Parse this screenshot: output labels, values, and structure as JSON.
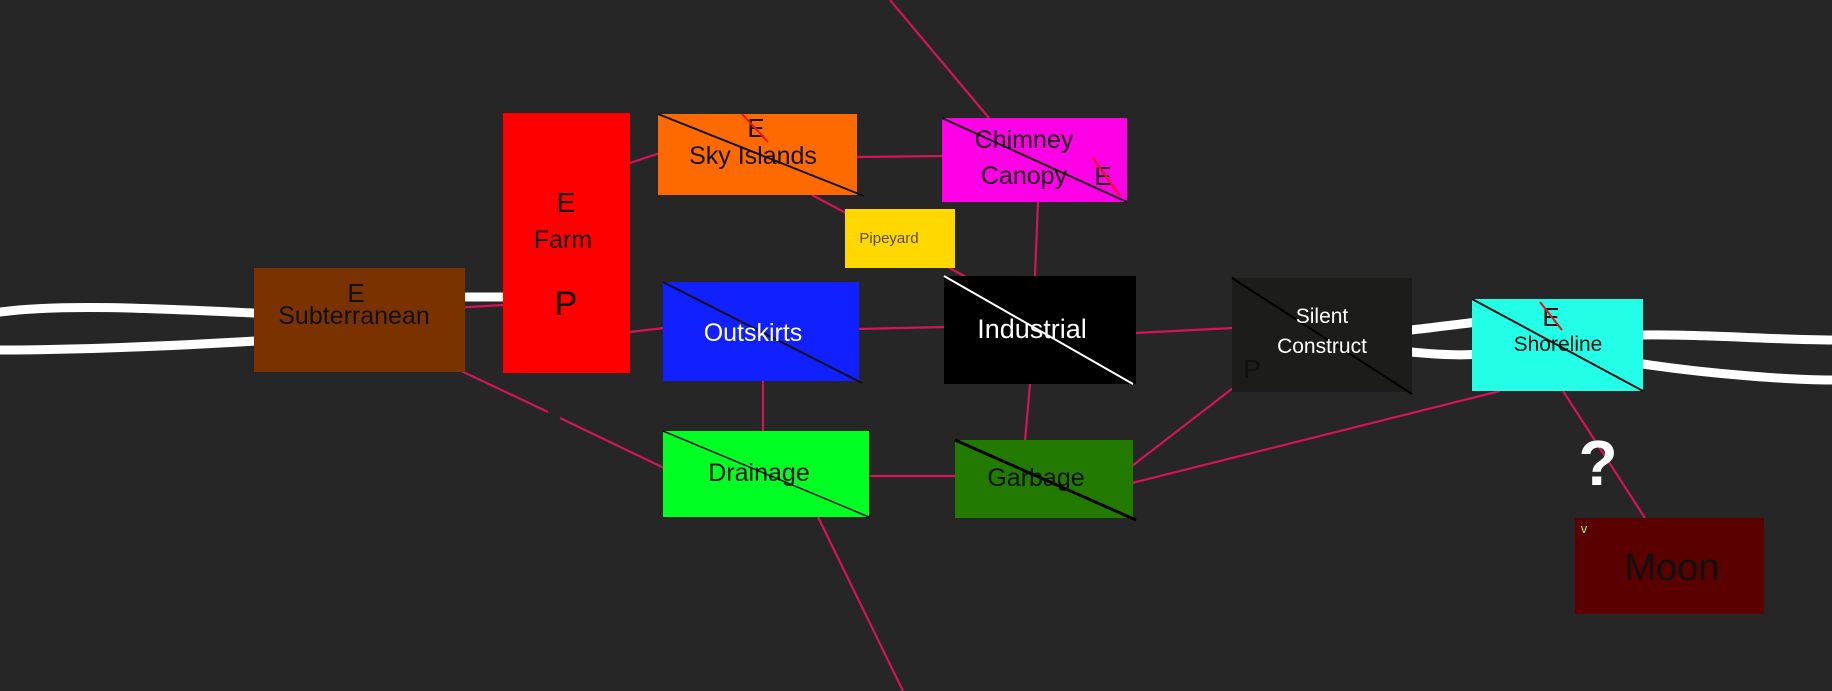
{
  "colors": {
    "background": "#262626",
    "edge": "#d4145a",
    "cross_mark": "#e8141e",
    "white_stroke": "#ffffff"
  },
  "nodes": {
    "subterranean": {
      "label": "Subterranean",
      "tag": "E",
      "fill": "#7a3300",
      "text_color": "#111111"
    },
    "farm": {
      "label": "Farm",
      "tag_top": "E",
      "tag_bottom": "P",
      "fill": "#ff0000",
      "text_color": "#111111"
    },
    "sky_islands": {
      "label": "Sky Islands",
      "tag": "E",
      "fill": "#ff6a00",
      "text_color": "#111111"
    },
    "chimney_canopy": {
      "label_line1": "Chimney",
      "label_line2": "Canopy",
      "tag": "E",
      "fill": "#ff00e6",
      "text_color": "#111111"
    },
    "pipeyard": {
      "label": "Pipeyard",
      "fill": "#ffd800",
      "text_color": "#5a4a00"
    },
    "outskirts": {
      "label": "Outskirts",
      "fill": "#1020ff",
      "text_color": "#ffffff"
    },
    "industrial": {
      "label": "Industrial",
      "fill": "#000000",
      "text_color": "#ffffff"
    },
    "silent_construct": {
      "label_line1": "Silent",
      "label_line2": "Construct",
      "tag": "P",
      "fill": "#1c1c1a",
      "text_color": "#ffffff"
    },
    "shoreline": {
      "label": "Shoreline",
      "tag": "E",
      "fill": "#22ffe6",
      "text_color": "#111111"
    },
    "drainage": {
      "label": "Drainage",
      "fill": "#00ff22",
      "text_color": "#111111"
    },
    "garbage": {
      "label": "Garbage",
      "fill": "#227a00",
      "text_color": "#111111"
    },
    "moon": {
      "label": "Moon",
      "tag": "v",
      "fill": "#5a0000",
      "text_color": "#111111",
      "tag_color": "#aaff00"
    }
  },
  "annotations": {
    "question_mark": "?"
  }
}
